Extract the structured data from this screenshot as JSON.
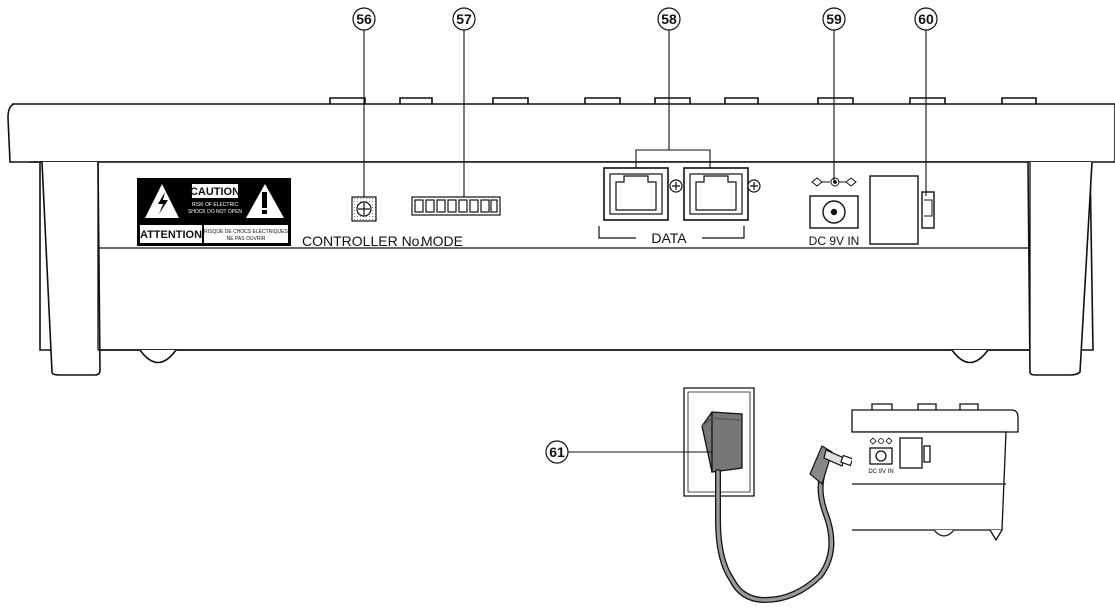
{
  "callouts": {
    "c56": "56",
    "c57": "57",
    "c58": "58",
    "c59": "59",
    "c60": "60",
    "c61": "61"
  },
  "labels": {
    "controller": "CONTROLLER No.",
    "mode": "MODE",
    "data": "DATA",
    "dc_in": "DC 9V IN",
    "dc_in_small": "DC 9V IN"
  },
  "warning_label": {
    "caution": "CAUTION",
    "caution_line1": "RISK OF ELECTRIC",
    "caution_line2": "SHOCK DO NOT OPEN",
    "attention": "ATTENTION",
    "attention_line1": "RISQUE DE CHOCS ELECTRIQUES",
    "attention_line2": "NE PAS OUVRIR"
  }
}
